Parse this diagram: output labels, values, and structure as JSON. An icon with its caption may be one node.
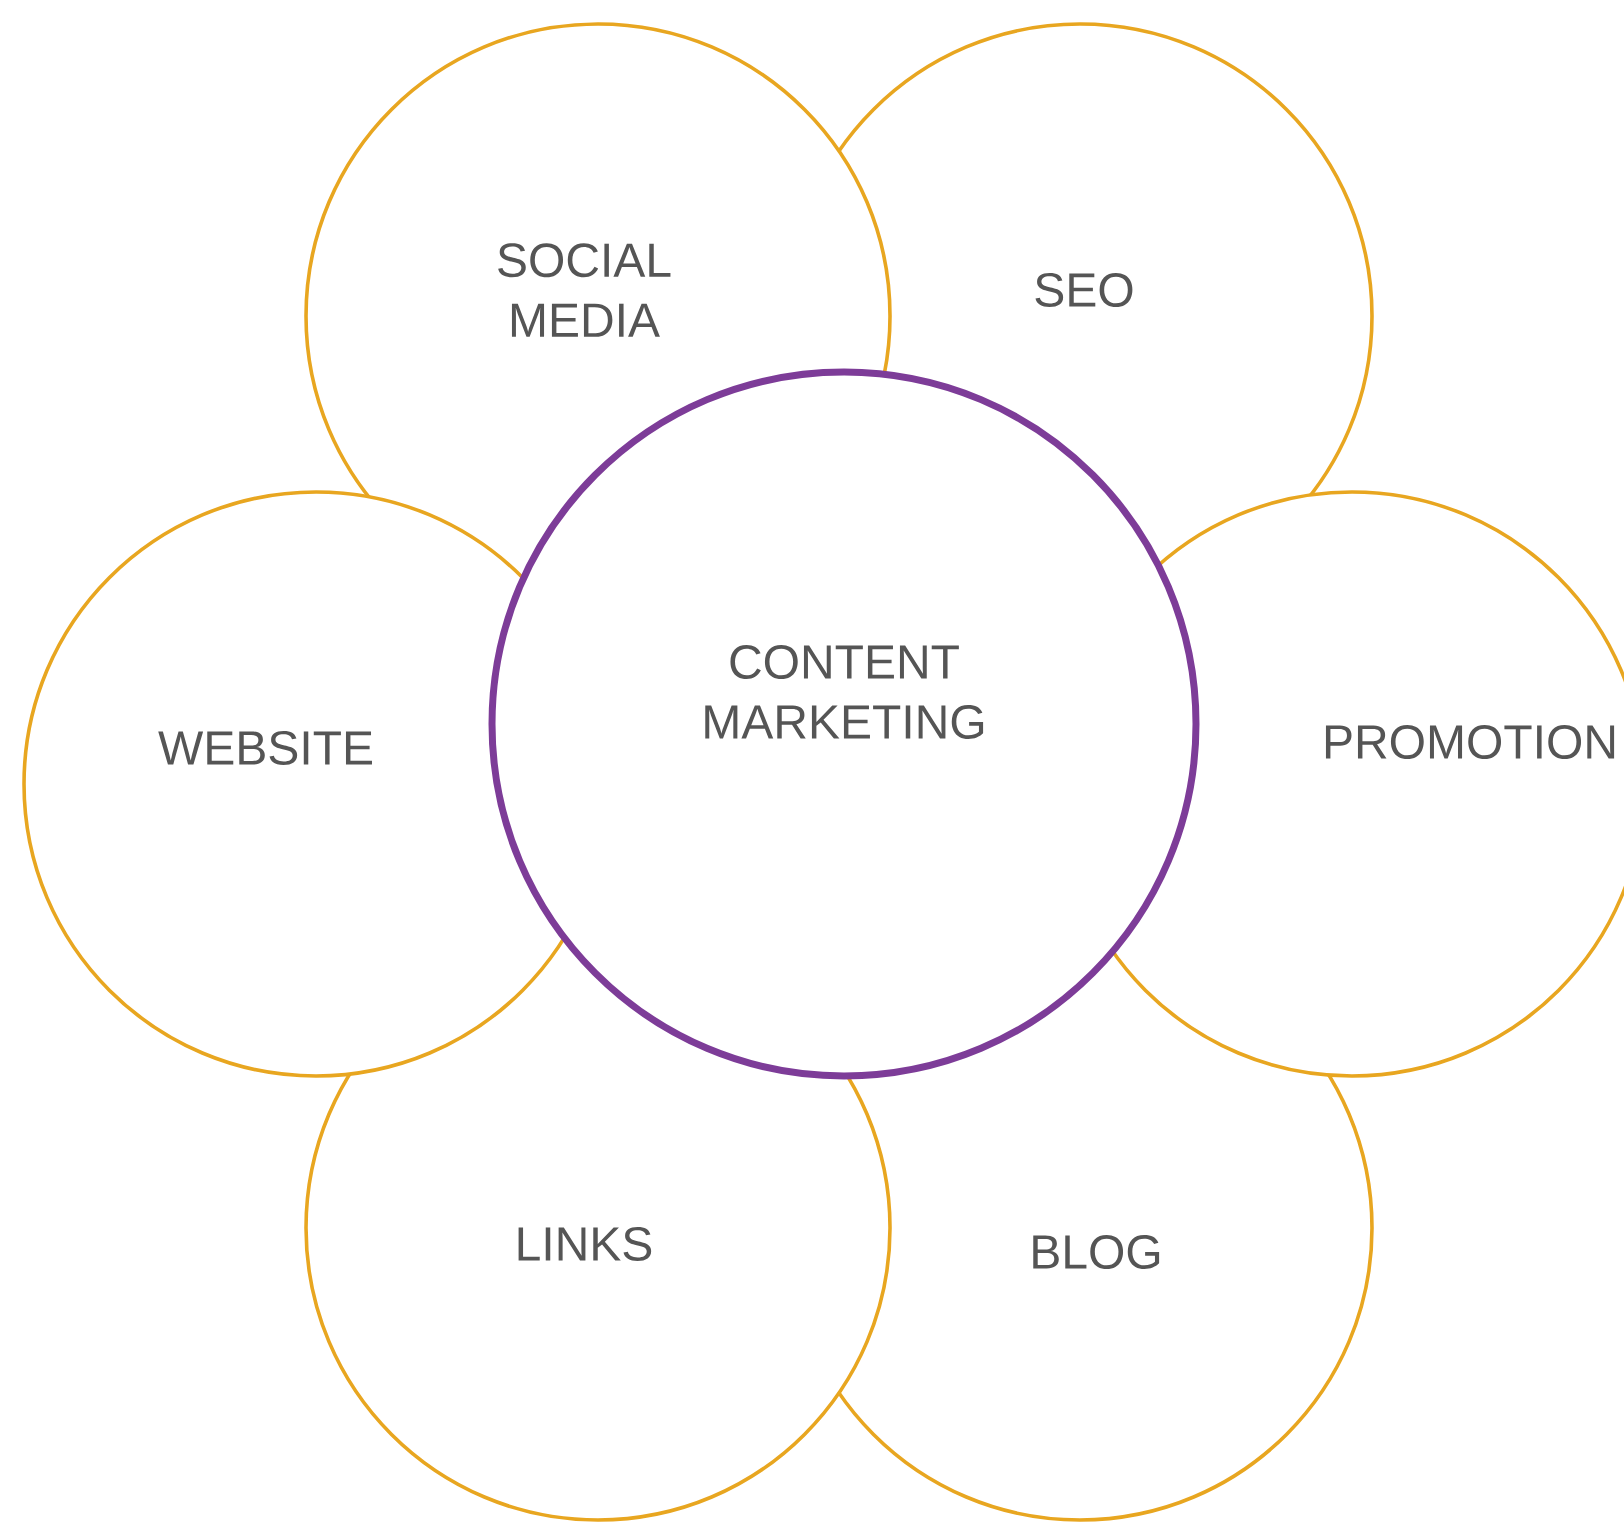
{
  "diagram": {
    "nodes": [
      {
        "text": [
          "SOCIAL MEDIA"
        ]
      },
      {
        "text": [
          "SEO"
        ]
      },
      {
        "text": [
          "WEBSITE"
        ]
      },
      {
        "text": [
          "CONTENT MARKETING"
        ]
      },
      {
        "text": [
          "PROMOTION"
        ]
      },
      {
        "text": [
          "LINKS"
        ]
      },
      {
        "text": [
          "BLOG"
        ]
      }
    ]
  }
}
